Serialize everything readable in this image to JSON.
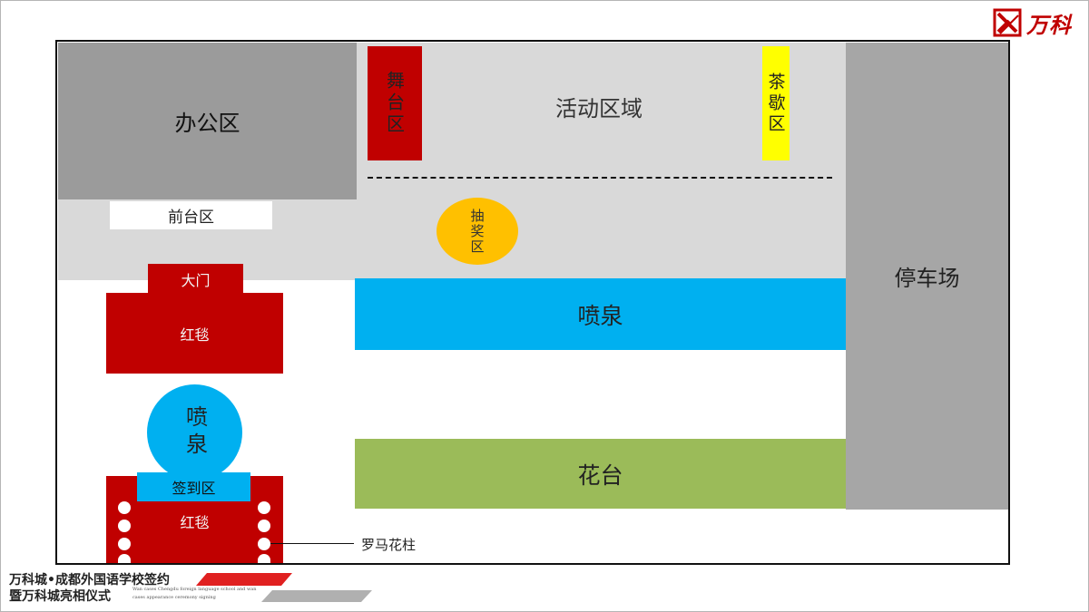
{
  "brand": {
    "logo_text": "万科",
    "color": "#c00000"
  },
  "zones": {
    "office": "办公区",
    "reception": "前台区",
    "stage": "舞台区",
    "activity_area": "活动区域",
    "tea_break": "茶歇区",
    "lottery": "抽奖区",
    "fountain_main": "喷泉",
    "flower_bed": "花台",
    "parking": "停车场",
    "main_gate": "大门",
    "red_carpet_upper": "红毯",
    "fountain_small": "喷泉",
    "sign_in": "签到区",
    "red_carpet_lower": "红毯",
    "roman_pillars": "罗马花柱"
  },
  "footer": {
    "title_line1": "万科城•成都外国语学校签约",
    "title_line2": "暨万科城亮相仪式",
    "english_line1": "Wan cases Chengdu foreign language school and wan",
    "english_line2": "cases appearance ceremony signing"
  },
  "colors": {
    "red": "#c00000",
    "fountain_blue": "#00b0f0",
    "flower_green": "#9bbb59",
    "tea_yellow": "#ffff00",
    "lottery_orange": "#ffc000",
    "dark_gray": "#9b9b9b",
    "light_gray": "#d9d9d9"
  }
}
